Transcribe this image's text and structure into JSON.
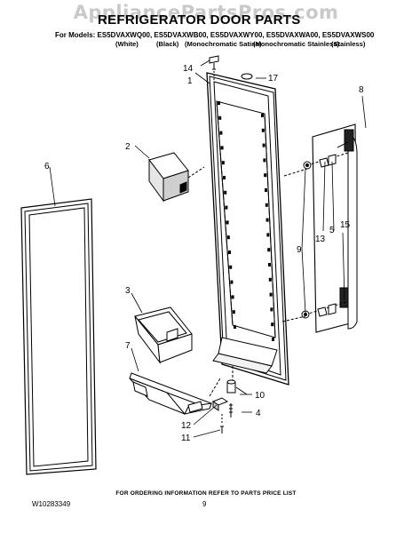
{
  "watermark": "AppliancePartsPros.com",
  "title": "REFRIGERATOR DOOR PARTS",
  "models_line": "For Models: ES5DVAXWQ00, ES5DVAXWB00, ES5DVAXWY00, ES5DVAXWA00, ES5DVAXWS00",
  "variants": [
    "(White)",
    "(Black)",
    "(Monochromatic Satina)",
    "(Monochromatic Stainless)",
    "(Stainless)"
  ],
  "callouts": {
    "c1": "1",
    "c2": "2",
    "c3": "3",
    "c4": "4",
    "c5": "5",
    "c6": "6",
    "c7": "7",
    "c8": "8",
    "c9": "9",
    "c10": "10",
    "c11": "11",
    "c12": "12",
    "c13": "13",
    "c14": "14",
    "c15": "15",
    "c17": "17"
  },
  "footer_note": "FOR ORDERING INFORMATION REFER TO PARTS PRICE LIST",
  "doc_number": "W10283349",
  "page_number": "9"
}
